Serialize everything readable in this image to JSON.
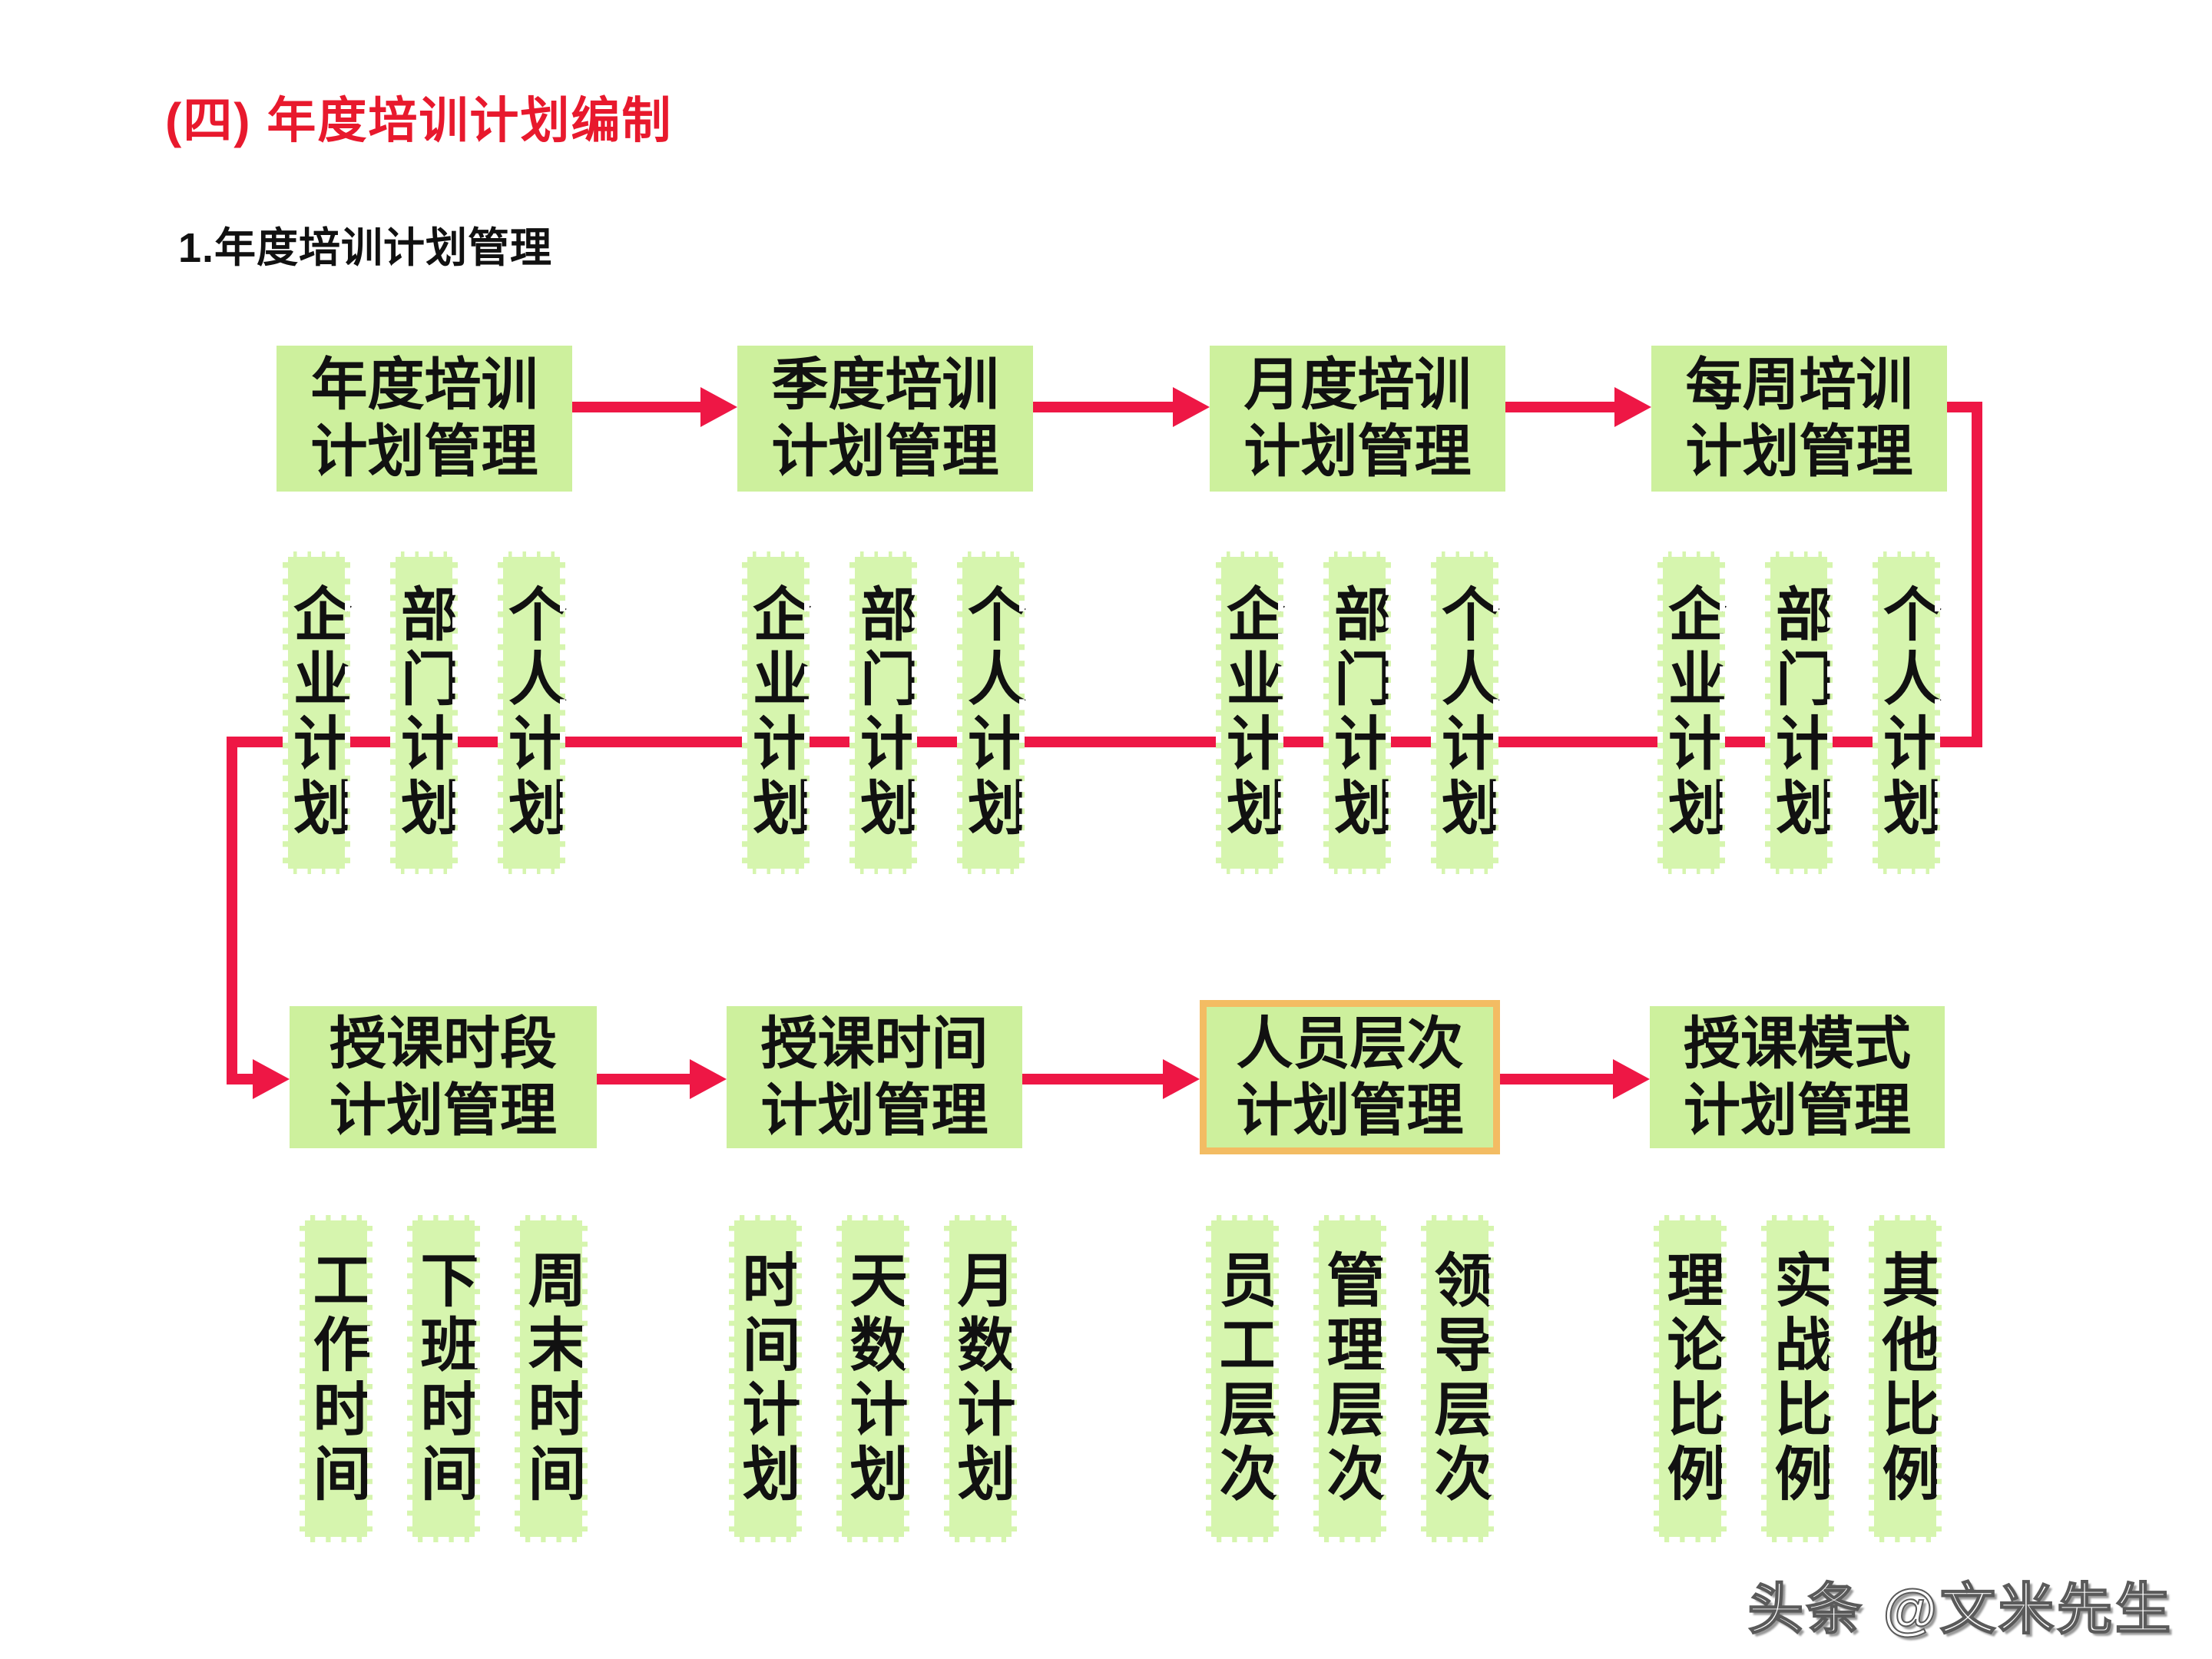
{
  "page": {
    "title": "(四) 年度培训计划编制",
    "subtitle": "1.年度培训计划管理",
    "watermark": "头条 @文米先生"
  },
  "colors": {
    "title_red": "#e8192d",
    "connector_red": "#ee1745",
    "box_green": "#cdf09d",
    "column_green": "#d6f5ae",
    "highlight_border": "#f3bc63",
    "text_black": "#111111"
  },
  "top_row": {
    "boxes": [
      {
        "line1": "年度培训",
        "line2": "计划管理",
        "children": [
          "企业计划",
          "部门计划",
          "个人计划"
        ]
      },
      {
        "line1": "季度培训",
        "line2": "计划管理",
        "children": [
          "企业计划",
          "部门计划",
          "个人计划"
        ]
      },
      {
        "line1": "月度培训",
        "line2": "计划管理",
        "children": [
          "企业计划",
          "部门计划",
          "个人计划"
        ]
      },
      {
        "line1": "每周培训",
        "line2": "计划管理",
        "children": [
          "企业计划",
          "部门计划",
          "个人计划"
        ]
      }
    ]
  },
  "second_row": {
    "boxes": [
      {
        "line1": "授课时段",
        "line2": "计划管理",
        "highlighted": false,
        "children": [
          "工作时间",
          "下班时间",
          "周末时间"
        ]
      },
      {
        "line1": "授课时间",
        "line2": "计划管理",
        "highlighted": false,
        "children": [
          "时间计划",
          "天数计划",
          "月数计划"
        ]
      },
      {
        "line1": "人员层次",
        "line2": "计划管理",
        "highlighted": true,
        "children": [
          "员工层次",
          "管理层次",
          "领导层次"
        ]
      },
      {
        "line1": "授课模式",
        "line2": "计划管理",
        "highlighted": false,
        "children": [
          "理论比例",
          "实战比例",
          "其他比例"
        ]
      }
    ]
  }
}
